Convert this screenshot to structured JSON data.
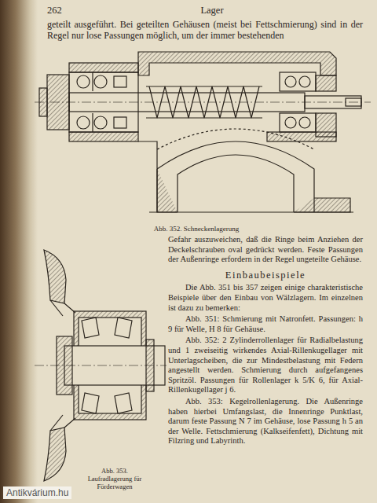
{
  "diagram": {
    "labels": [
      "262",
      "Lager",
      "geteilt ausgeführt. Bei geteilten Gehäusen (meist bei Fettschmierung) sind in der Regel nur lose Passungen möglich, um der immer bestehenden",
      "Abb. 352. Schneckenlagerung",
      "Gefahr auszuweichen, daß die Ringe beim Anziehen der Deckelschrauben oval gedrückt werden. Feste Passungen der Außenringe erfordern in der Regel ungeteilte Gehäuse.",
      "Einbaubeispiele",
      "Die Abb. 351 bis 357 zeigen einige charakteristische Beispiele über den Einbau von Wälzlagern. Im einzelnen ist dazu zu bemerken:",
      "Abb. 351: Schmierung mit Natronfett. Passungen: h 9 für Welle, H 8 für Gehäuse.",
      "Abb. 352: 2 Zylinderrollenlager für Radialbelastung und 1 zweiseitig wirkendes Axial-Rillenkugellager mit Unterlagscheiben, die zur Mindestbelastung mit Federn angestellt werden. Schmierung durch aufgefangenes Spritzöl. Passungen für Rollenlager k 5/K 6, für Axial-Rillenkugellager j 6.",
      "Abb. 353: Kegelrollenlagerung. Die Außenringe haben hierbei Umfangslast, die Innenringe Punktlast, darum feste Passung N 7 im Gehäuse, lose Passung h 5 an der Welle. Fettschmierung (Kalkseifenfett), Dichtung mit Filzring und Labyrinth.",
      "Abb. 353. Laufradlagerung für Förderwagen",
      "Antikvárium.hu"
    ]
  }
}
